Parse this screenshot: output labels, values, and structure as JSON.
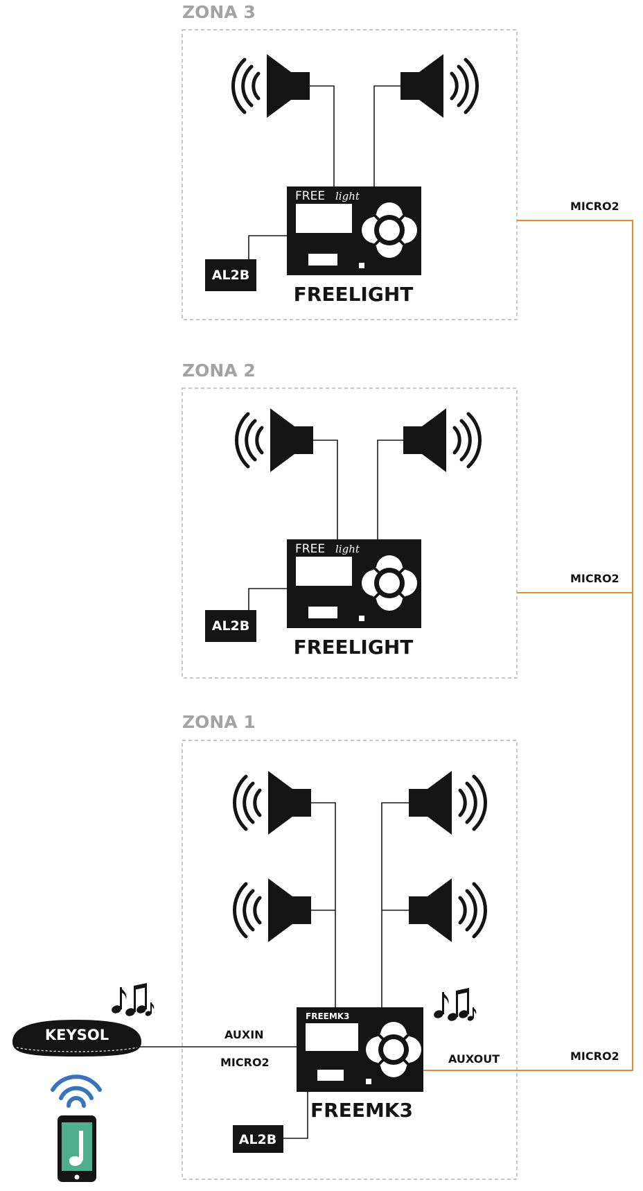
{
  "diagram": {
    "zones": [
      {
        "title": "ZONA 3",
        "device": "FREELIGHT",
        "brand_main": "FREE",
        "brand_script": "light",
        "power": "AL2B"
      },
      {
        "title": "ZONA 2",
        "device": "FREELIGHT",
        "brand_main": "FREE",
        "brand_script": "light",
        "power": "AL2B"
      },
      {
        "title": "ZONA 1",
        "device": "FREEMK3",
        "brand_main": "FREEMK3",
        "power": "AL2B"
      }
    ],
    "bus_labels": [
      "MICRO2",
      "MICRO2",
      "MICRO2"
    ],
    "auxin_label": "AUXIN",
    "auxin_micro_label": "MICRO2",
    "auxout_label": "AUXOUT",
    "keysol_label": "KEYSOL",
    "colors": {
      "bus": "#e08a3a",
      "device": "#141414",
      "zone_title": "#a3a3a3",
      "wifi": "#3b73b9",
      "phone_screen": "#4fae8e"
    },
    "icons": [
      "speaker-icon",
      "music-notes-icon",
      "wifi-icon",
      "smartphone-icon",
      "keysol-receiver-icon"
    ]
  }
}
